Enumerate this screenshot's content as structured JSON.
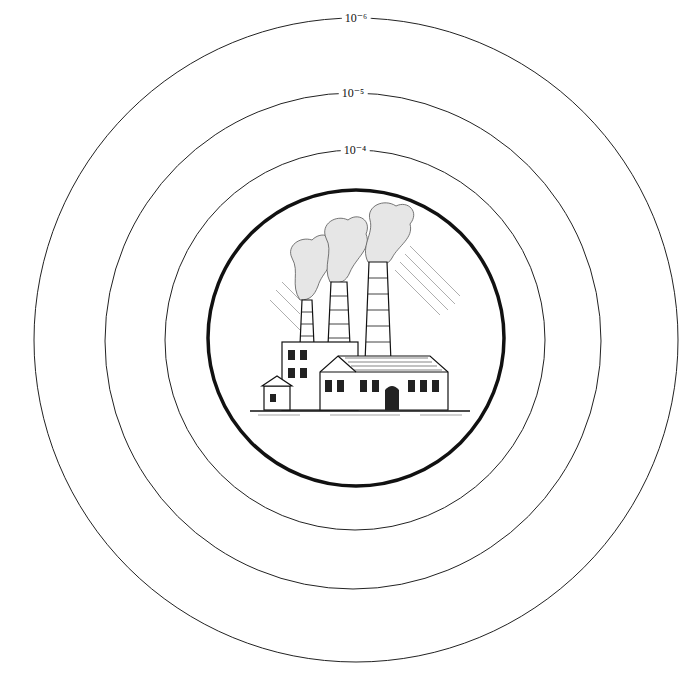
{
  "diagram": {
    "labels": [
      "10⁻⁶",
      "10⁻⁵",
      "10⁻⁴"
    ]
  }
}
